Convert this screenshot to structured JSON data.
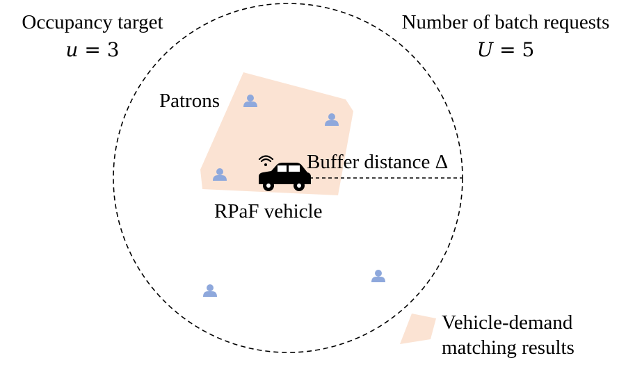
{
  "occupancy": {
    "label": "Occupancy target",
    "var": "u",
    "eq": "= 3"
  },
  "batch": {
    "label": "Number of batch requests",
    "var": "U",
    "eq": "= 5"
  },
  "patrons_label": "Patrons",
  "buffer_label": "Buffer distance Δ",
  "vehicle_label": "RPaF vehicle",
  "legend": {
    "line1": "Vehicle-demand",
    "line2": "matching results"
  },
  "colors": {
    "region_fill": "#fbe3d3",
    "patron_icon": "#8ea8dc",
    "vehicle": "#000000",
    "circle_stroke": "#000000"
  },
  "icons": {
    "patron": "person-icon",
    "vehicle": "car-icon",
    "signal": "wifi-signal-icon"
  }
}
